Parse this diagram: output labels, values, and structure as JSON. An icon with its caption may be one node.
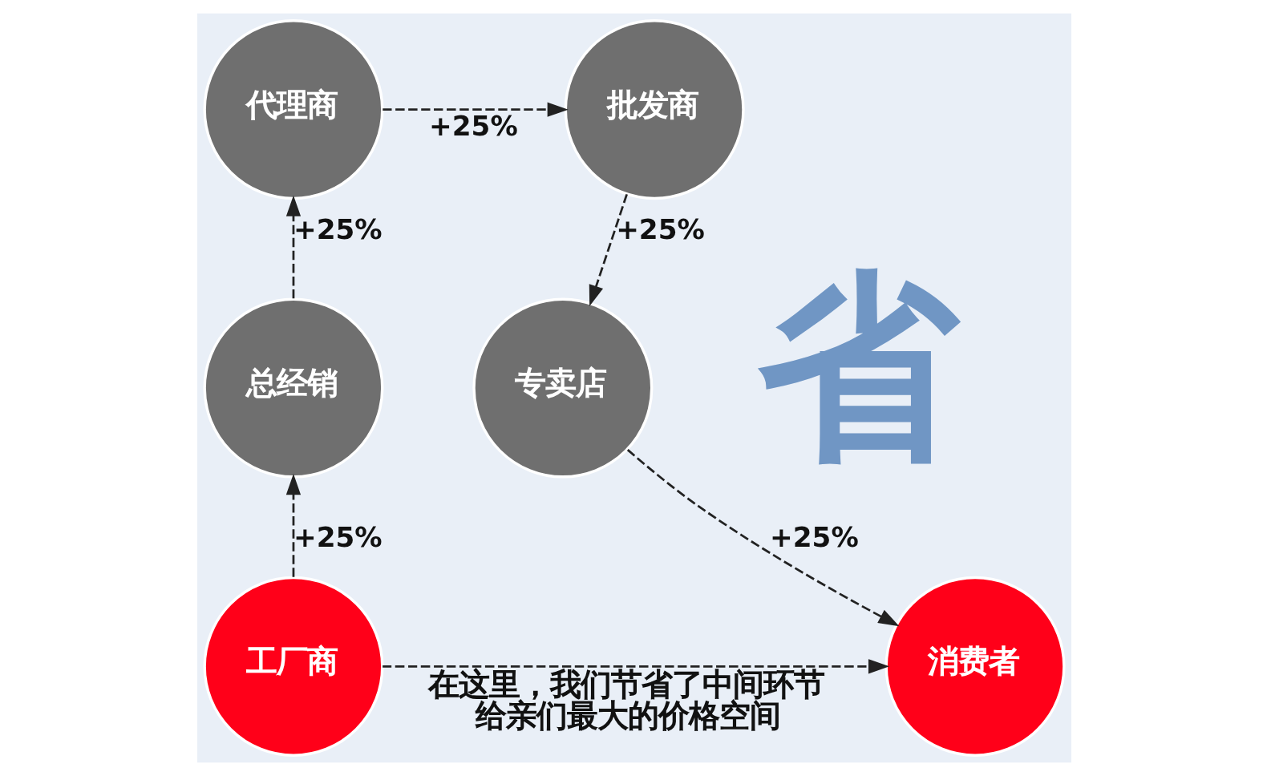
{
  "diagram": {
    "nodes": [
      {
        "text": [
          "工厂商"
        ]
      },
      {
        "text": [
          "总经销"
        ]
      },
      {
        "text": [
          "代理商"
        ]
      },
      {
        "text": [
          "批发商"
        ]
      },
      {
        "text": [
          "专卖店"
        ]
      },
      {
        "text": [
          "消费者"
        ]
      }
    ],
    "edges": [
      {
        "from": 0,
        "to": 1,
        "arrow": "to",
        "label": "+25%",
        "style": "dashed"
      },
      {
        "from": 1,
        "to": 2,
        "arrow": "to",
        "label": "+25%",
        "style": "dashed"
      },
      {
        "from": 2,
        "to": 3,
        "arrow": "to",
        "label": "+25%",
        "style": "dashed"
      },
      {
        "from": 3,
        "to": 4,
        "arrow": "to",
        "label": "+25%",
        "style": "dashed"
      },
      {
        "from": 4,
        "to": 5,
        "arrow": "to",
        "label": "+25%",
        "style": "dashed"
      },
      {
        "from": 0,
        "to": 5,
        "arrow": "to",
        "label": "在这里，我们节省了中间环节给亲们最大的价格空间",
        "style": "dashed"
      }
    ],
    "labels": [
      "省"
    ]
  }
}
